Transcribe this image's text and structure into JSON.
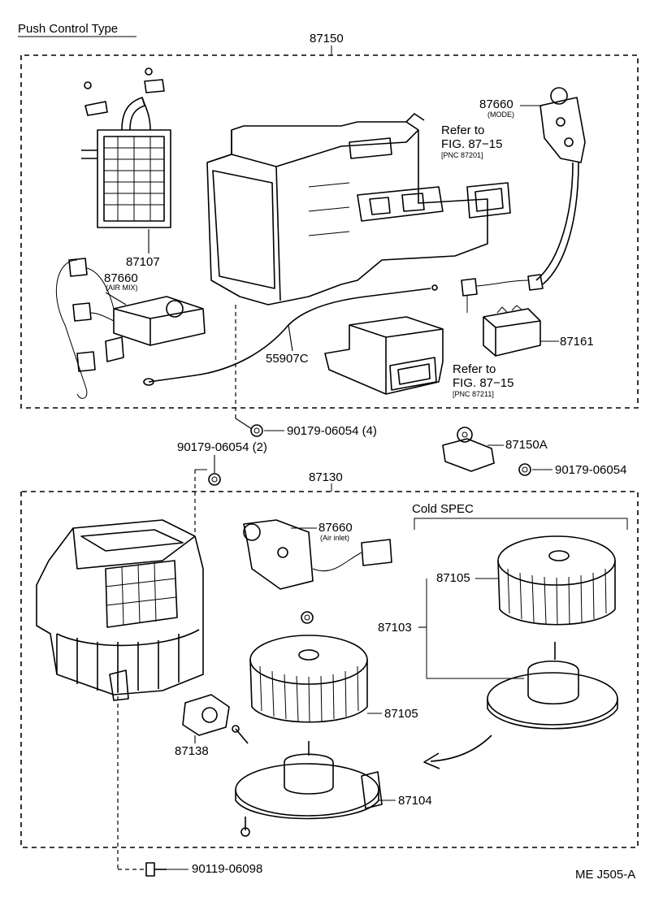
{
  "title": "Push Control Type",
  "drawing_code": "ME J505-A",
  "cold_spec_label": "Cold SPEC",
  "labels": {
    "l87150": "87150",
    "l87660_mode": "87660",
    "l87660_mode_sub": "(MODE)",
    "refer1_a": "Refer to",
    "refer1_b": "FIG. 87−15",
    "refer1_c": "[PNC 87201]",
    "l87107": "87107",
    "l87660_airmix": "87660",
    "l87660_airmix_sub": "(AIR MIX)",
    "l87161": "87161",
    "l55907c": "55907C",
    "refer2_a": "Refer to",
    "refer2_b": "FIG. 87−15",
    "refer2_c": "[PNC 87211]",
    "nut_4": "90179-06054 (4)",
    "l87150a": "87150A",
    "nut_2": "90179-06054 (2)",
    "nut_1": "90179-06054",
    "l87130": "87130",
    "l87660_air": "87660",
    "l87660_air_sub": "(Air inlet)",
    "l87105_cold": "87105",
    "l87103": "87103",
    "l87105": "87105",
    "l87138": "87138",
    "l87104": "87104",
    "screw": "90119-06098"
  },
  "icons": [
    "heater-core-icon",
    "heater-unit-case-icon",
    "servo-motor-icon",
    "control-cable-icon",
    "duct-icon",
    "relay-icon",
    "nut-icon",
    "resistor-icon",
    "blower-case-icon",
    "blower-fan-icon",
    "blower-motor-icon",
    "screw-icon",
    "arrow-icon"
  ]
}
